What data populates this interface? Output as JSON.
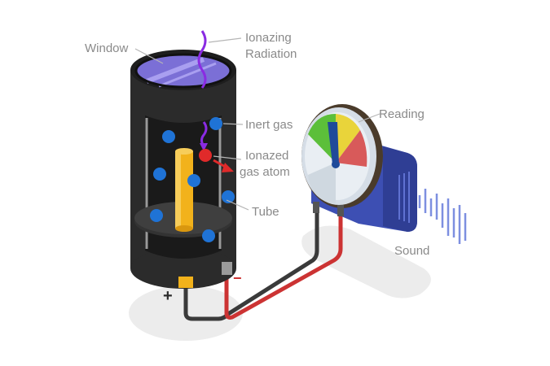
{
  "labels": {
    "window": "Window",
    "radiation_line1": "Ionazing",
    "radiation_line2": "Radiation",
    "inert_gas": "Inert gas",
    "ionized_line1": "Ionazed",
    "ionized_line2": "gas atom",
    "tube": "Tube",
    "reading": "Reading",
    "sound": "Sound"
  },
  "terminals": {
    "plus": "+",
    "minus": "−"
  },
  "colors": {
    "tube_body": "#2b2b2b",
    "window_glass": "#7b6fd6",
    "radiation": "#8a2be2",
    "inert_atom": "#1f73d6",
    "ion_atom": "#e02a2a",
    "anode": "#f2b21b",
    "wire_negative": "#cc3333",
    "wire_positive": "#3a3a3a",
    "meter_case": "#3d4fb3",
    "dial_green": "#5cbf3a",
    "dial_yellow": "#e9d43a",
    "dial_red": "#d85a5a",
    "sound_wave": "#7d8fe0",
    "label_text": "#8a8a8a"
  }
}
